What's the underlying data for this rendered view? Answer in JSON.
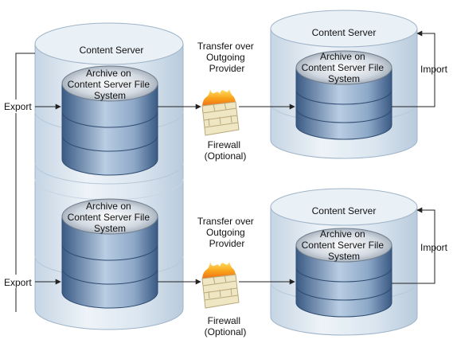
{
  "server_label": "Content Server",
  "archive_label": [
    "Archive on",
    "Content Server File",
    "System"
  ],
  "transfer_label": [
    "Transfer over",
    "Outgoing",
    "Provider"
  ],
  "firewall_label": [
    "Firewall",
    "(Optional)"
  ],
  "export_label": "Export",
  "import_label": "Import",
  "colors": {
    "server_body": "#dfe9f2",
    "server_edge": "#9fb4c8",
    "disk_dark": "#3d5d86",
    "disk_light": "#b3c6dd",
    "disk_top": "#aeb8c4",
    "brick": "#efe6c4",
    "flame": "#f6a31c",
    "line": "#222222"
  }
}
